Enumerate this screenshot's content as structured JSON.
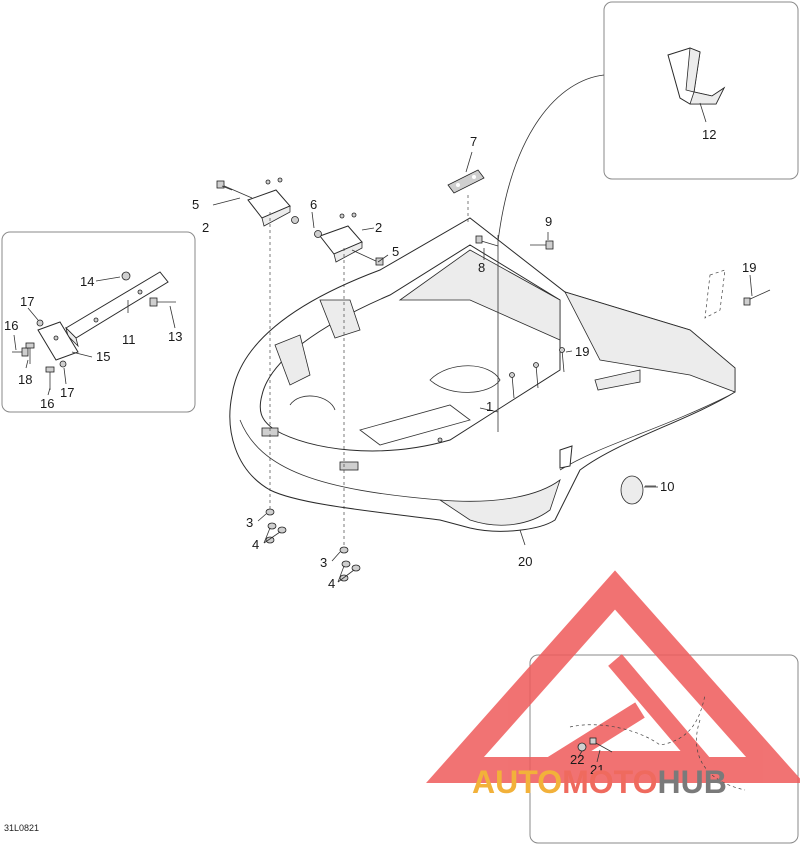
{
  "diagram": {
    "reference_code": "31L0821",
    "callouts": {
      "c1": "1",
      "c2a": "2",
      "c2b": "2",
      "c3a": "3",
      "c3b": "3",
      "c4a": "4",
      "c4b": "4",
      "c5a": "5",
      "c5b": "5",
      "c6": "6",
      "c7": "7",
      "c8": "8",
      "c9": "9",
      "c10": "10",
      "c11": "11",
      "c12": "12",
      "c13": "13",
      "c14": "14",
      "c15": "15",
      "c16a": "16",
      "c16b": "16",
      "c17a": "17",
      "c17b": "17",
      "c18": "18",
      "c19a": "19",
      "c19b": "19",
      "c20": "20",
      "c21": "21",
      "c22": "22"
    }
  },
  "watermark": {
    "word_a": "AUTO",
    "word_b": "MOTO",
    "word_c": "HUB",
    "color_a": "#f2b13a",
    "color_b": "#ef6a5e",
    "color_c": "#7a7a7a",
    "logo_color": "#ef5a5a"
  }
}
